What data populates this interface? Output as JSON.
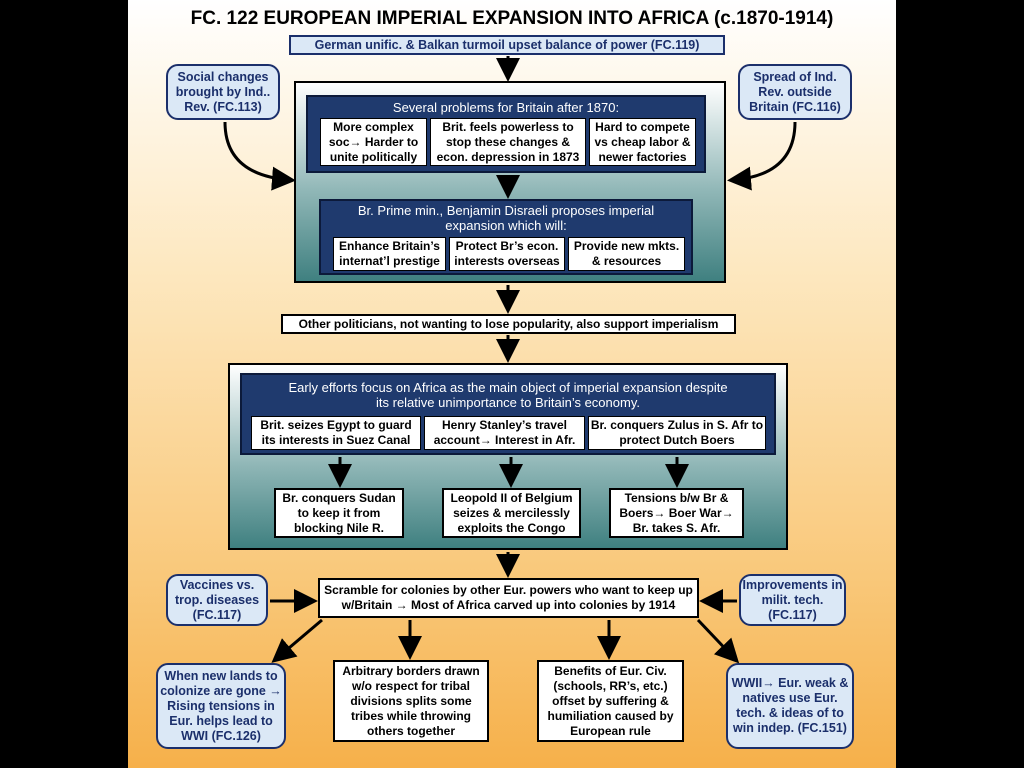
{
  "title": "FC. 122 EUROPEAN IMPERIAL EXPANSION INTO AFRICA (c.1870-1914)",
  "top_cause": "German unific. & Balkan turmoil upset balance of power (FC.119)",
  "left_cause": "Social changes brought by Ind.. Rev. (FC.113)",
  "right_cause": "Spread of Ind. Rev. outside Britain (FC.116)",
  "problems": {
    "header": "Several problems for Britain after 1870:",
    "items": [
      "More complex soc→ Harder to unite politically",
      "Brit. feels powerless to stop these changes & econ. depression in 1873",
      "Hard to compete vs cheap labor & newer factories"
    ]
  },
  "disraeli": {
    "header": "Br. Prime min., Benjamin Disraeli proposes imperial expansion which will:",
    "items": [
      "Enhance Britain’s internat’l prestige",
      "Protect Br’s econ. interests overseas",
      "Provide new mkts. & resources"
    ]
  },
  "politicians": "Other politicians, not wanting to lose popularity, also support imperialism",
  "africa": {
    "header": "Early efforts focus on Africa as the main object of imperial expansion despite its relative unimportance to Britain’s economy.",
    "items": [
      "Brit. seizes Egypt to guard its interests in Suez Canal",
      "Henry Stanley’s travel account→ Interest in Afr.",
      "Br. conquers Zulus in S. Afr to protect Dutch Boers"
    ],
    "results": [
      "Br. conquers Sudan to keep it from blocking Nile R.",
      "Leopold II of Belgium seizes & mercilessly exploits the Congo",
      "Tensions b/w Br & Boers→ Boer War→ Br. takes S. Afr."
    ]
  },
  "scramble": "Scramble for colonies by other Eur. powers who want to keep up w/Britain → Most of Africa carved up into colonies by 1914",
  "vaccines": "Vaccines vs. trop. diseases (FC.117)",
  "military": "Improvements in milit. tech. (FC.117)",
  "effects": [
    "When new lands to colonize are gone → Rising tensions in Eur. helps lead to WWI  (FC.126)",
    "Arbitrary borders drawn w/o respect for tribal divisions splits some tribes while throwing others together",
    "Benefits of Eur. Civ. (schools, RR’s, etc.) offset by suffering & humiliation caused by European rule",
    "WWII→ Eur. weak & natives use Eur. tech. & ideas of to win indep. (FC.151)"
  ],
  "colors": {
    "navy": "#1f3a6e",
    "box_text": "#1b2f6b",
    "box_fill": "#dbe8f6",
    "teal": "#3f8080",
    "orange": "#f6b04a"
  }
}
